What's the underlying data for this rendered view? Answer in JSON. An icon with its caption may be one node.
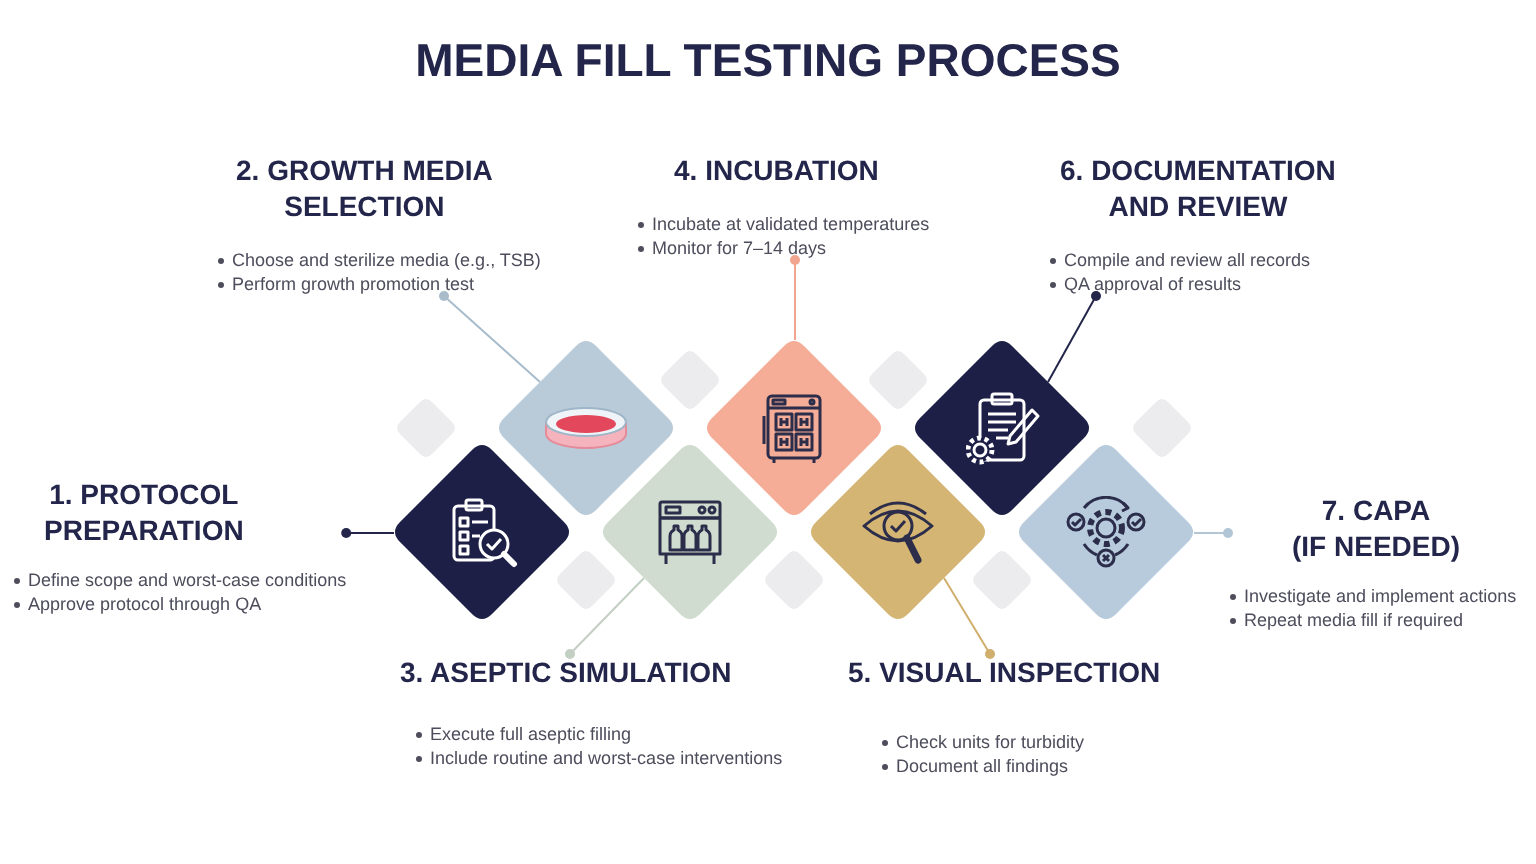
{
  "diagram": {
    "title": "MEDIA FILL TESTING PROCESS",
    "nodes": [
      {
        "text": [
          "1. PROTOCOL PREPARATION",
          "Define scope and worst-case conditions",
          "Approve protocol through QA"
        ]
      },
      {
        "text": [],
        "shape": "diamond"
      },
      {
        "text": [
          "2. GROWTH MEDIA SELECTION",
          "Choose and sterilize media (e.g., TSB)",
          "Perform growth promotion test"
        ]
      },
      {
        "text": [],
        "shape": "diamond"
      },
      {
        "text": [
          "3. ASEPTIC SIMULATION",
          "Execute full aseptic filling",
          "Include routine and worst-case interventions"
        ]
      },
      {
        "text": [],
        "shape": "diamond"
      },
      {
        "text": [
          "4. INCUBATION",
          "Incubate at validated temperatures",
          "Monitor for 7–14 days"
        ]
      },
      {
        "text": [],
        "shape": "diamond"
      },
      {
        "text": [
          "5. VISUAL INSPECTION",
          "Check units for turbidity",
          "Document all findings"
        ]
      },
      {
        "text": [],
        "shape": "diamond"
      },
      {
        "text": [
          "6. DOCUMENTATION AND REVIEW",
          "Compile and review all records",
          "QA approval of results"
        ]
      },
      {
        "text": [],
        "shape": "diamond"
      },
      {
        "text": [
          "7. CAPA (IF NEEDED)",
          "Investigate and implement actions",
          "Repeat media fill if required"
        ]
      },
      {
        "text": [],
        "shape": "diamond"
      }
    ],
    "edges": [
      {
        "from": 0,
        "to": 1,
        "arrow": "other",
        "color": "#23264a"
      },
      {
        "from": 2,
        "to": 3,
        "arrow": "other",
        "color": "#a9bccb"
      },
      {
        "from": 4,
        "to": 5,
        "arrow": "other",
        "color": "#c3cfc3"
      },
      {
        "from": 6,
        "to": 7,
        "arrow": "other",
        "color": "#f2a58e"
      },
      {
        "from": 8,
        "to": 9,
        "arrow": "other",
        "color": "#d0ae6c"
      },
      {
        "from": 10,
        "to": 11,
        "arrow": "other",
        "color": "#23264a"
      },
      {
        "from": 12,
        "to": 13,
        "arrow": "other",
        "color": "#b3c6d6"
      }
    ]
  }
}
